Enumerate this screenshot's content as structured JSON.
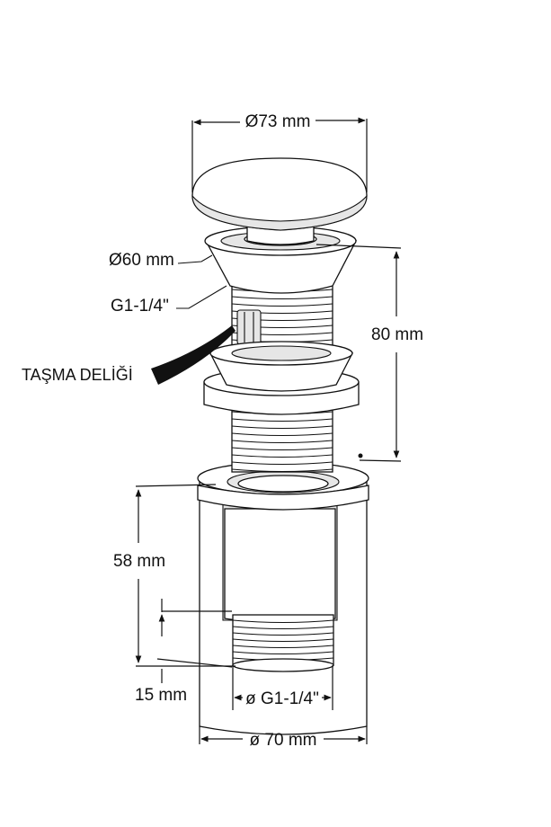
{
  "labels": {
    "cap_diameter": "Ø73 mm",
    "flange_diameter": "Ø60 mm",
    "thread_top": "G1-1/4\"",
    "overflow_hole": "TAŞMA DELİĞİ",
    "total_height": "80 mm",
    "body_height": "58 mm",
    "thread_length": "15 mm",
    "thread_bottom": "ø G1-1/4\"",
    "body_diameter": "ø 70 mm"
  },
  "colors": {
    "line": "#111111",
    "fill": "#ffffff",
    "shade": "#e6e6e6"
  }
}
